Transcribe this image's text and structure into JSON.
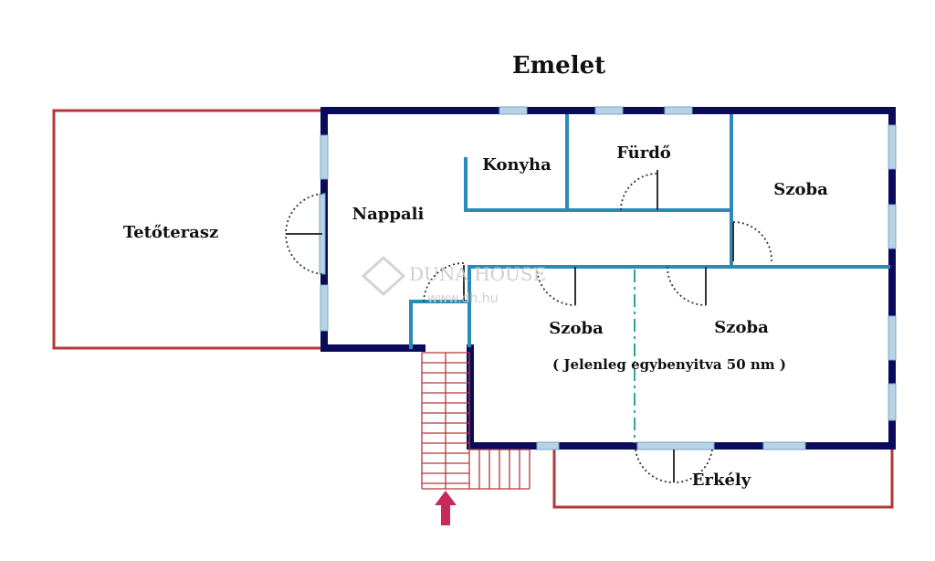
{
  "plan": {
    "title": "Emelet",
    "rooms": {
      "tetoterasz": "Tetőterasz",
      "nappali": "Nappali",
      "konyha": "Konyha",
      "furdo": "Fürdő",
      "szoba_ne": "Szoba",
      "szoba_mid": "Szoba",
      "szoba_e": "Szoba",
      "erkely": "Erkély"
    },
    "note": "( Jelenleg egybenyitva 50 nm )",
    "watermark": {
      "brand": "DUNA HOUSE",
      "url": "www.dh.hu"
    }
  },
  "colors": {
    "exterior_wall": "#0b0b5c",
    "interior_wall": "#2a8ab8",
    "open_area": "#b03a3a",
    "window": "#b9d3e6",
    "entrance_arrow": "#c8285a"
  }
}
